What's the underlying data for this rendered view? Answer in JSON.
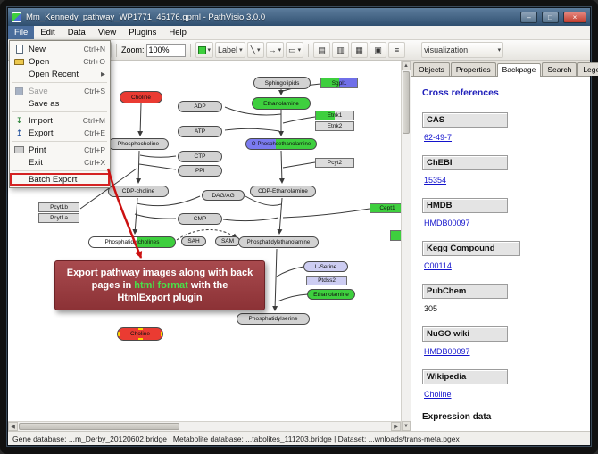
{
  "window": {
    "title": "Mm_Kennedy_pathway_WP1771_45176.gpml - PathVisio 3.0.0",
    "minimize": "–",
    "maximize": "□",
    "close": "×"
  },
  "menubar": [
    "File",
    "Edit",
    "Data",
    "View",
    "Plugins",
    "Help"
  ],
  "file_menu": [
    {
      "label": "New",
      "shortcut": "Ctrl+N",
      "icon": "new-document-icon"
    },
    {
      "label": "Open",
      "shortcut": "Ctrl+O",
      "icon": "open-folder-icon"
    },
    {
      "label": "Open Recent",
      "shortcut": "",
      "arrow": "▶"
    },
    {
      "label": "Save",
      "shortcut": "Ctrl+S",
      "icon": "save-icon"
    },
    {
      "label": "Save as",
      "shortcut": ""
    },
    {
      "label": "Import",
      "shortcut": "Ctrl+M",
      "icon": "import-icon"
    },
    {
      "label": "Export",
      "shortcut": "Ctrl+E",
      "icon": "export-icon"
    },
    {
      "label": "Print",
      "shortcut": "Ctrl+P",
      "icon": "print-icon"
    },
    {
      "label": "Exit",
      "shortcut": "Ctrl+X"
    },
    {
      "label": "Batch Export",
      "shortcut": ""
    }
  ],
  "icons": {
    "import": "↧",
    "export": "↥",
    "caret": "▾",
    "submenu": "▶",
    "line_tool": "╲",
    "arrow_tool": "→",
    "shape_tool": "▭",
    "scroll_up": "▲",
    "scroll_down": "▼",
    "scroll_left": "◀",
    "scroll_right": "▶",
    "zoom_spin": "▾"
  },
  "toolbar": {
    "zoom_label": "Zoom:",
    "zoom_value": "100%",
    "label_dropdown": "Label",
    "align_icons": [
      "▤",
      "▥",
      "▦",
      "▣",
      "≡"
    ],
    "visualization": "visualization"
  },
  "pathway": {
    "nodes": [
      {
        "label": "Sphingolipids"
      },
      {
        "label": "Sgpl1"
      },
      {
        "label": "Choline"
      },
      {
        "label": "Ethanolamine"
      },
      {
        "label": "ADP"
      },
      {
        "label": "Etnk1"
      },
      {
        "label": "Etnk2"
      },
      {
        "label": "ATP"
      },
      {
        "label": "Phosphocholine"
      },
      {
        "label": "O-Phosphoethanolamine"
      },
      {
        "label": "CTP"
      },
      {
        "label": "Pcyt2"
      },
      {
        "label": "PPi"
      },
      {
        "label": "CDP-choline"
      },
      {
        "label": "DAG/AG"
      },
      {
        "label": "CDP-Ethanolamine"
      },
      {
        "label": "Cept1"
      },
      {
        "label": "CMP"
      },
      {
        "label": "Pcyt1b"
      },
      {
        "label": "Pcyt1a"
      },
      {
        "label": "Phosphatidylcholines"
      },
      {
        "label": "SAH"
      },
      {
        "label": "SAM"
      },
      {
        "label": "Phosphatidylethanolamine"
      },
      {
        "label": "L-Serine"
      },
      {
        "label": "Ptdss2"
      },
      {
        "label": "Ethanolamine"
      },
      {
        "label": "Phosphatidylserine"
      },
      {
        "label": "Choline"
      }
    ]
  },
  "sidebar": {
    "tabs": [
      "Objects",
      "Properties",
      "Backpage",
      "Search",
      "Legend"
    ],
    "active_tab": "Backpage",
    "title": "Cross references",
    "sections": [
      {
        "header": "CAS",
        "value": "62-49-7",
        "is_link": true
      },
      {
        "header": "ChEBI",
        "value": "15354",
        "is_link": true
      },
      {
        "header": "HMDB",
        "value": "HMDB00097",
        "is_link": true
      },
      {
        "header": "Kegg Compound",
        "value": "C00114",
        "is_link": true
      },
      {
        "header": "PubChem",
        "value": "305",
        "is_link": false
      },
      {
        "header": "NuGO wiki",
        "value": "HMDB00097",
        "is_link": true
      },
      {
        "header": "Wikipedia",
        "value": "Choline",
        "is_link": true
      }
    ],
    "footer": "Expression data"
  },
  "callout": {
    "text_before": "Export pathway images along with back pages in ",
    "highlight": "html format",
    "text_after": " with the HtmlExport plugin"
  },
  "statusbar": {
    "text": "Gene database: ...m_Derby_20120602.bridge | Metabolite database: ...tabolites_111203.bridge | Dataset: ...wnloads/trans-meta.pgex"
  },
  "colors": {
    "callout_bg": "#8c3236",
    "highlight_green": "#49e049",
    "annotation_red": "#cc1111",
    "link_blue": "#1313cc",
    "node_green": "#3ecf3e",
    "node_red": "#ea3b32"
  }
}
